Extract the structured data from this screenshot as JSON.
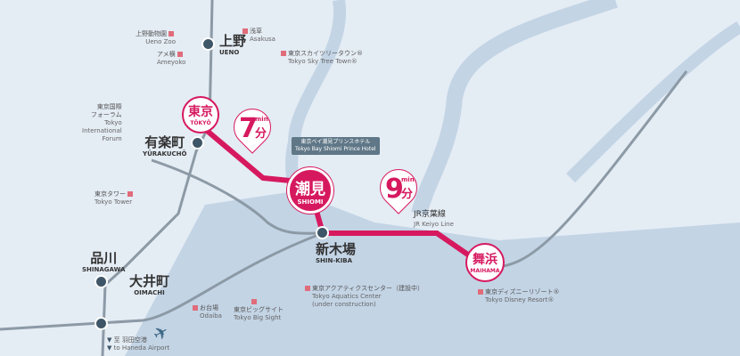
{
  "colors": {
    "line": "#d6195f",
    "station": "#3f5668",
    "water": "#c3d4e5",
    "land": "#e4ecf4"
  },
  "stations": {
    "ueno": {
      "ja": "上野",
      "en": "UENO"
    },
    "tokyo": {
      "ja": "東京",
      "en": "TŌKYŌ"
    },
    "yurakucho": {
      "ja": "有楽町",
      "en": "YŪRAKUCHŌ"
    },
    "shiomi": {
      "ja": "潮見",
      "en": "SHIOMI"
    },
    "shinkiba": {
      "ja": "新木場",
      "en": "SHIN-KIBA"
    },
    "maihama": {
      "ja": "舞浜",
      "en": "MAIHAMA"
    },
    "shinagawa": {
      "ja": "品川",
      "en": "SHINAGAWA"
    },
    "oimachi": {
      "ja": "大井町",
      "en": "OIMACHI"
    }
  },
  "times": [
    {
      "num": "7",
      "unit": "min.",
      "ja": "分"
    },
    {
      "num": "9",
      "unit": "min.",
      "ja": "分"
    }
  ],
  "line_label": {
    "ja": "JR京葉線",
    "en": "JR Keiyo Line"
  },
  "hotel": {
    "ja": "東京ベイ潮見プリンスホテル",
    "en": "Tokyo Bay Shiomi Prince Hotel"
  },
  "landmarks": {
    "ueno_zoo": {
      "ja": "上野動物園",
      "en": "Ueno Zoo"
    },
    "ameyoko": {
      "ja": "アメ横",
      "en": "Ameyoko"
    },
    "asakusa": {
      "ja": "浅草",
      "en": "Asakusa"
    },
    "skytree": {
      "ja": "東京スカイツリータウン®",
      "en": "Tokyo Sky Tree Town®"
    },
    "forum": {
      "ja1": "東京国際",
      "ja2": "フォーラム",
      "en1": "Tokyo",
      "en2": "International",
      "en3": "Forum"
    },
    "tower": {
      "ja": "東京タワー",
      "en": "Tokyo Tower"
    },
    "bigsight": {
      "ja": "東京ビッグサイト",
      "en": "Tokyo Big Sight"
    },
    "odaiba": {
      "ja": "お台場",
      "en": "Odaiba"
    },
    "aquatics": {
      "ja": "東京アクアティクスセンター（建設中）",
      "en1": "Tokyo Aquatics Center",
      "en2": "(under construction)"
    },
    "disney": {
      "ja": "東京ディズニーリゾート®",
      "en": "Tokyo Disney Resort®"
    },
    "haneda": {
      "ja": "至 羽田空港",
      "en": "to Haneda Airport"
    }
  }
}
